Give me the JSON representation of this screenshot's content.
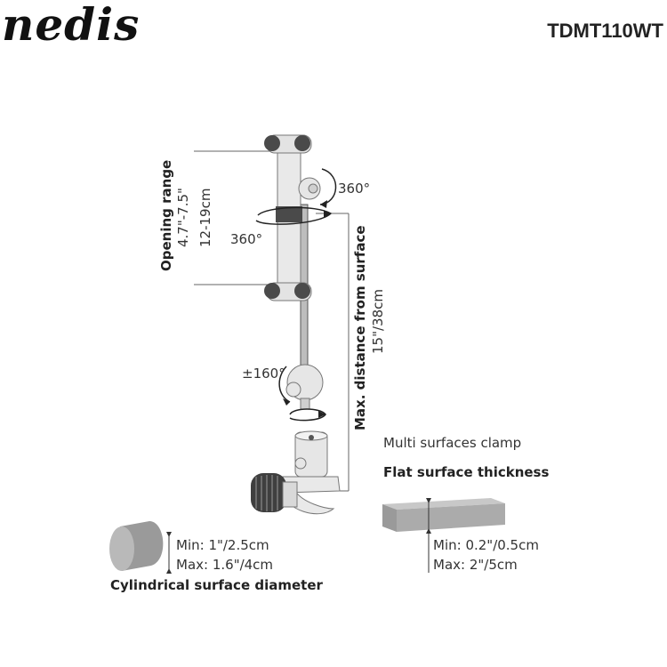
{
  "brand": {
    "logo_text": "nedis",
    "model": "TDMT110WT"
  },
  "labels": {
    "opening_range_title": "Opening range",
    "opening_range_inch": "4.7\"-7.5\"",
    "opening_range_cm": "12-19cm",
    "rotation_top": "360°",
    "rotation_mid": "360°",
    "tilt": "±160°",
    "max_distance_title": "Max. distance from surface",
    "max_distance_value": "15\"/38cm",
    "multi_surfaces": "Multi surfaces clamp",
    "flat_title": "Flat surface thickness",
    "flat_min": "Min: 0.2\"/0.5cm",
    "flat_max": "Max: 2\"/5cm",
    "cyl_min": "Min: 1\"/2.5cm",
    "cyl_max": "Max: 1.6\"/4cm",
    "cyl_title": "Cylindrical surface diameter"
  },
  "colors": {
    "product_light": "#e6e6e6",
    "product_dark": "#4a4a4a",
    "block": "#a9a9a9"
  }
}
